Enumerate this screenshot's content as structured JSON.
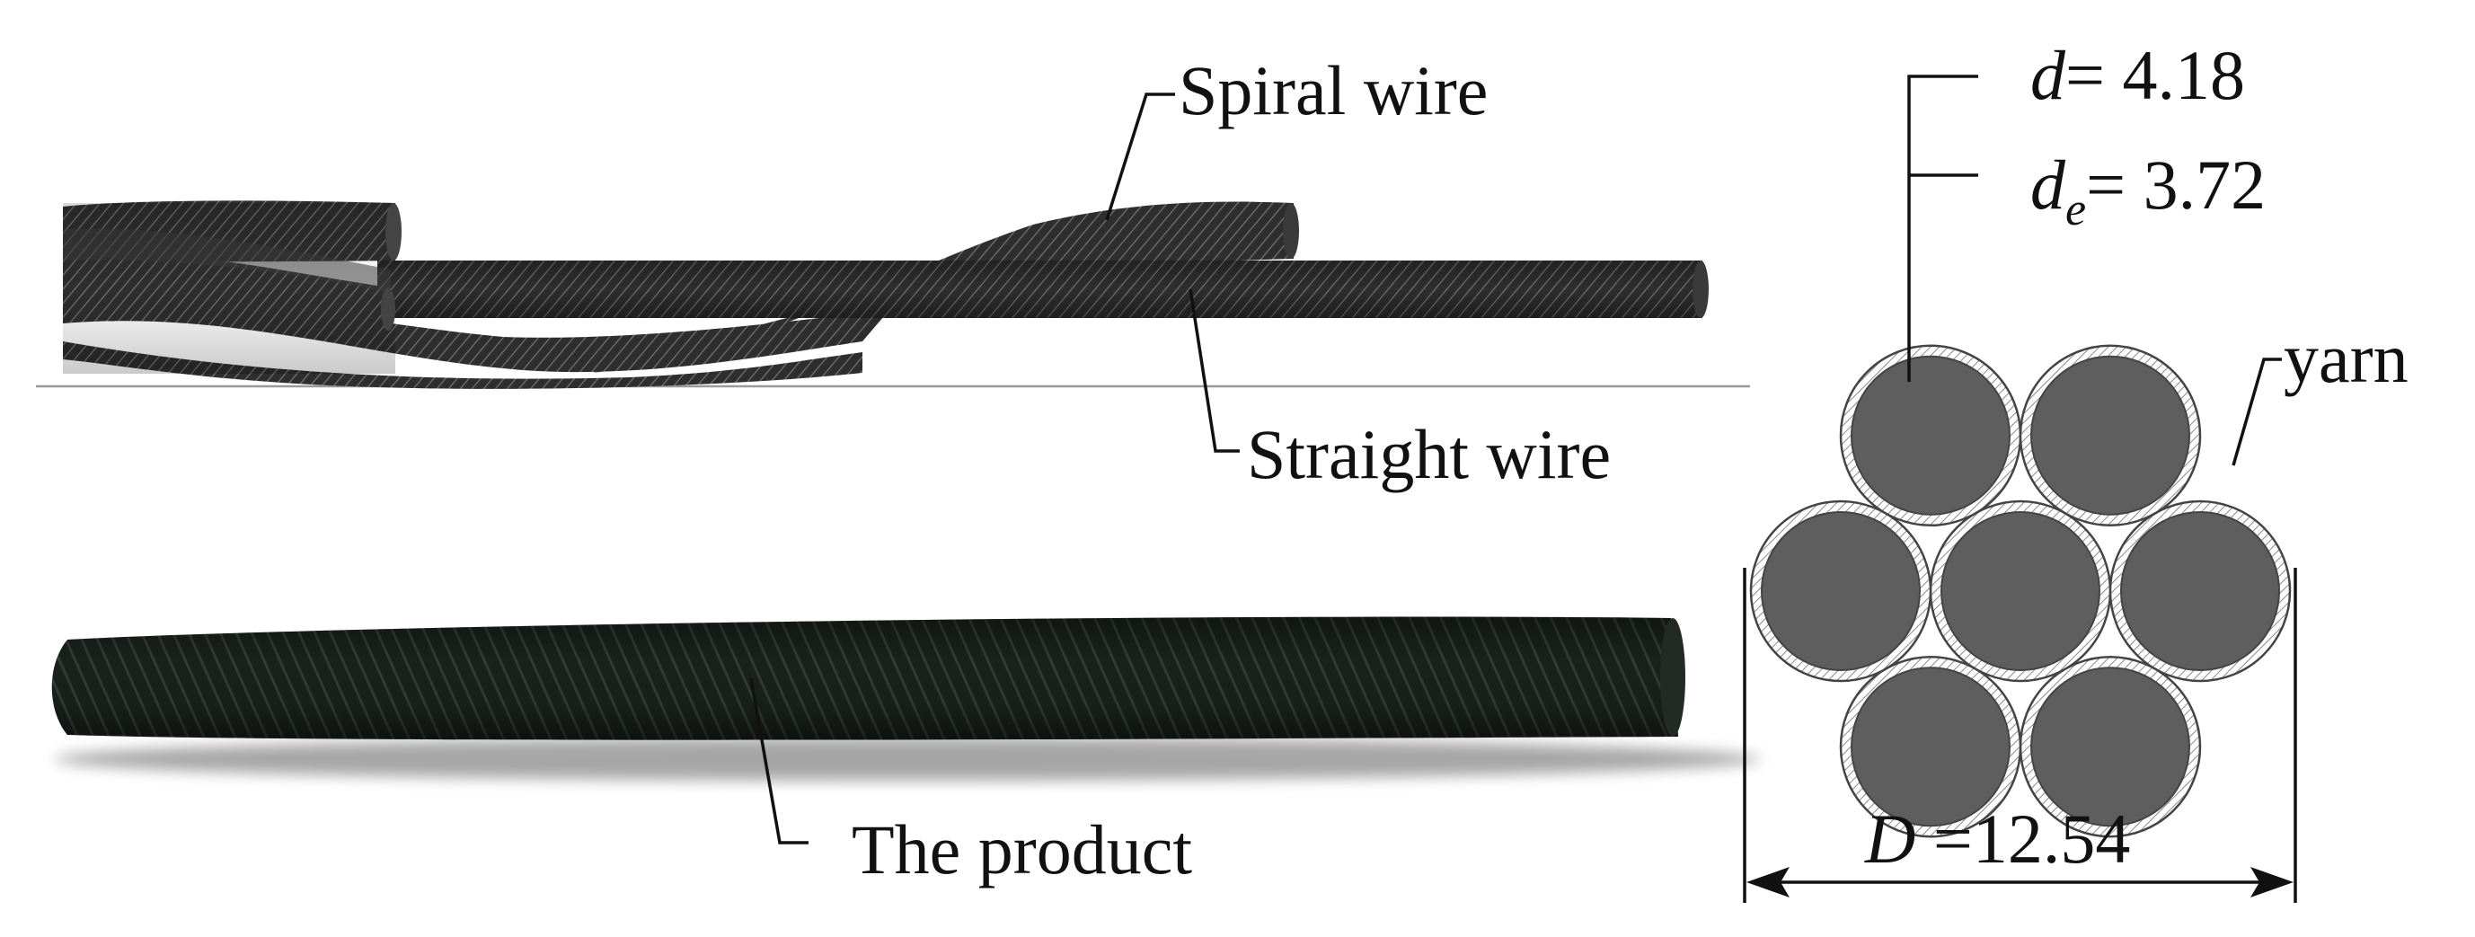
{
  "labels": {
    "spiral_wire": "Spiral wire",
    "straight_wire": "Straight wire",
    "the_product": "The product",
    "yarn": "yarn"
  },
  "dimensions": {
    "d_symbol": "d",
    "d_equals": "= 4.18",
    "de_symbol": "d",
    "de_subscript": "e",
    "de_equals": "= 3.72",
    "D_symbol": "D",
    "D_equals": " =12.54"
  },
  "cross_section": {
    "fibre_count": 7,
    "arrangement": "hexagonal"
  },
  "colors": {
    "fibre_fill": "#5e5e5e",
    "rope_dark": "#2c2c2c",
    "product": "#1b211d",
    "ink": "#111111"
  }
}
